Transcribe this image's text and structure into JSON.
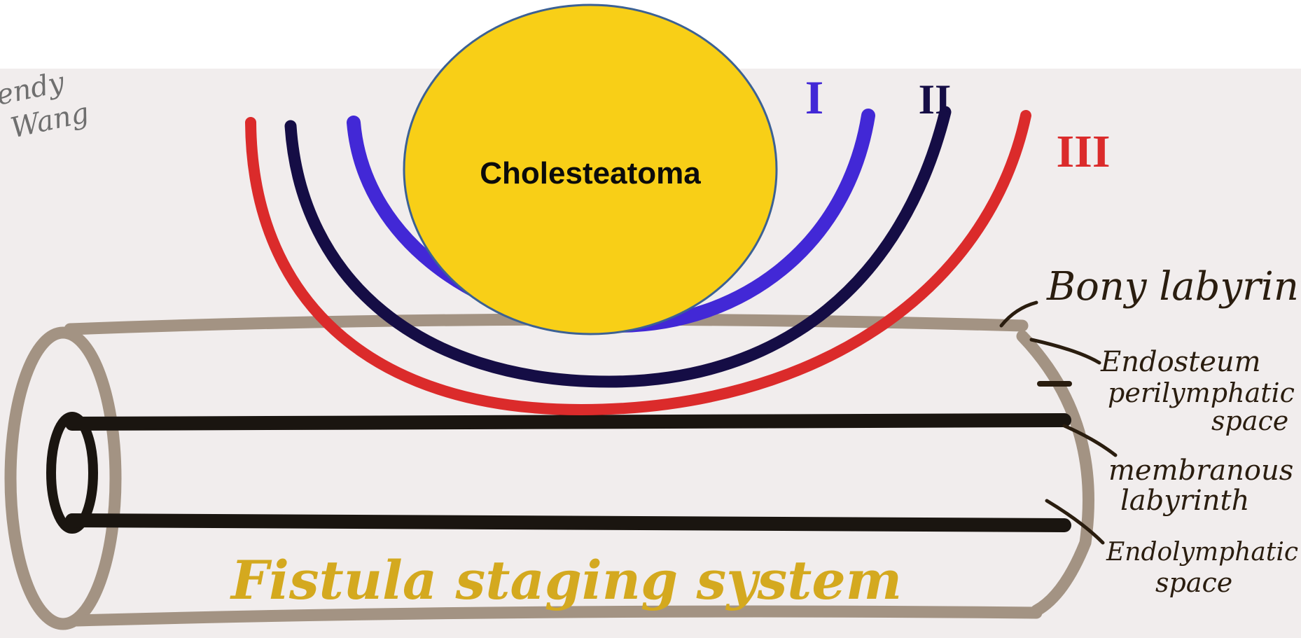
{
  "colors": {
    "page_bg": "#ffffff",
    "canvas_bg": "#f1eded",
    "bone": "#a39383",
    "ink": "#1a1510",
    "label_ink": "#2a1d0f",
    "stage_one": "#4228d6",
    "stage_two": "#150d45",
    "stage_three": "#db2b2b",
    "cholesteatoma_fill": "#f8cf17",
    "cholesteatoma_stroke": "#3c6194",
    "title_gold": "#d4a91f",
    "signature": "#6f6f6f"
  },
  "cholesteatoma": {
    "label": "Cholesteatoma"
  },
  "stages": [
    {
      "numeral": "I",
      "color": "#4228d6"
    },
    {
      "numeral": "II",
      "color": "#150d45"
    },
    {
      "numeral": "III",
      "color": "#db2b2b"
    }
  ],
  "labels": {
    "bony_labyrinth": "Bony labyrint",
    "endosteum": "Endosteum",
    "perilymphatic_1": "perilymphatic",
    "perilymphatic_2": "space",
    "membranous_1": "membranous",
    "membranous_2": "labyrinth",
    "endolymphatic_1": "Endolymphatic",
    "endolymphatic_2": "space"
  },
  "title": "Fistula staging system",
  "signature_lines": [
    "endy",
    "Wang"
  ]
}
